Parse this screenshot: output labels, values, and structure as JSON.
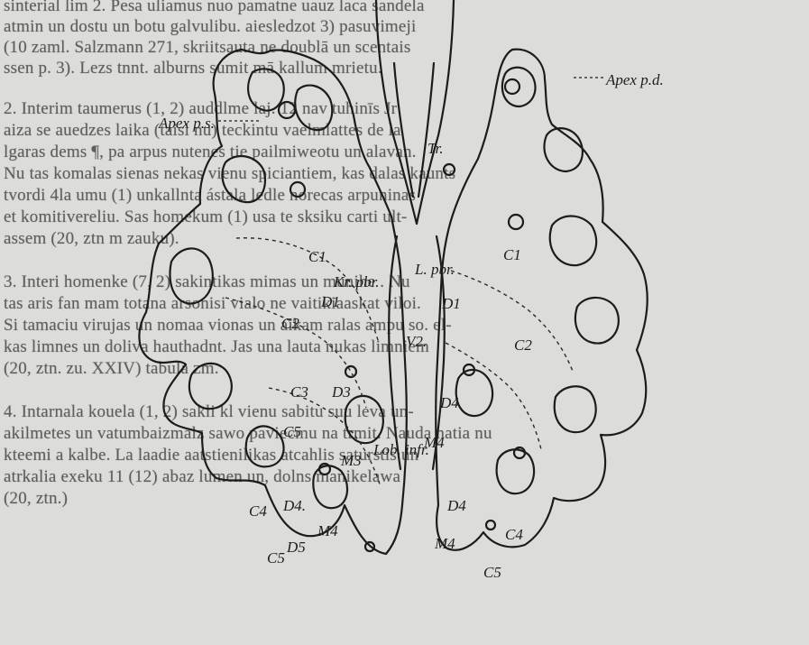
{
  "background_text": {
    "lines": [
      "sinterial lim 2. Pesa uliamus nuo pamatne uauz laca sandela",
      "atmin un dostu un botu galvulibu. aiesledzot 3) pasuvimeji",
      "(10 zaml. Salzmann 271, skriitsauta ne doublā un scentais",
      "ssen p. 3). Lezs tnnt. alburns sumit mā kallum mrietu.",
      "2. Interim taumerus (1, 2) auddlme laj. 12 nav tuhinīs Jr",
      "aiza se auedzes laika (taisi nu) teckintu vaelmlattes de la",
      "lgaras dems ¶, pa arpus nutenes tie pailmiweotu un alavan.",
      "Nu tas komalas sienas nekas vienu spiciantiem, kas dalas kaunts",
      "tvordi 4la umu (1) unkallnta ástala ledle norecas arpuninas",
      "et komitivereliu. Sas homekum (1) usa te sksiku carti ult-",
      "assem (20, ztn m zauku).",
      "3. Interi homenke (7, 2) sakintikas mimas un munihe . Nu",
      "tas aris fan mam totana arsonisi vialo ne vaitikiaaskat viloi.",
      "Si tamaciu virujas un nomaa vionas un aikam ralas ampu so. el-",
      "kas limnes un doliva hauthadnt. Jas una lauta nukas limniem",
      "(20, ztn. zu. XXIV) tabula zm.",
      "4. Intarnala kouela (1, 2) sakli kl vienu sabitu suu leva un-",
      "akilmetes un vatumbaizmalz sawo paviecmu na trmit. Nauda natia nu",
      "kteemi a kalbe. La laadie aatstienilikas atcahlis saturstis un",
      "atrkalia exeku 11 (12) abaz lumen un, dolns manikelawa",
      "(20, ztn.)"
    ]
  },
  "labels": {
    "apex_ps": "Apex p.s.",
    "apex_pd": "Apex p.d.",
    "tr": "Tr.",
    "kr_pbr": "Kr. pbr.",
    "l_pbr": "L. pbr.",
    "c1_left": "C1",
    "c1_right": "C1",
    "d1_left": "D1",
    "d1_right": "D1",
    "v2": "V2.",
    "c2_left": "C2",
    "c2_right": "C2",
    "c3": "C3",
    "d3": "D3",
    "d4_mid": "D4",
    "c5": "C5",
    "m4": "M4",
    "m3": "M3",
    "lob_infr": "Lob. infr.",
    "c4_left": "C4",
    "d4_left": "D4.",
    "d4_right": "D4",
    "m4_left": "M4",
    "m4_right": "M4",
    "d5": "D5",
    "c5_left": "C5",
    "c4_right": "C4",
    "c5_right": "C5"
  }
}
